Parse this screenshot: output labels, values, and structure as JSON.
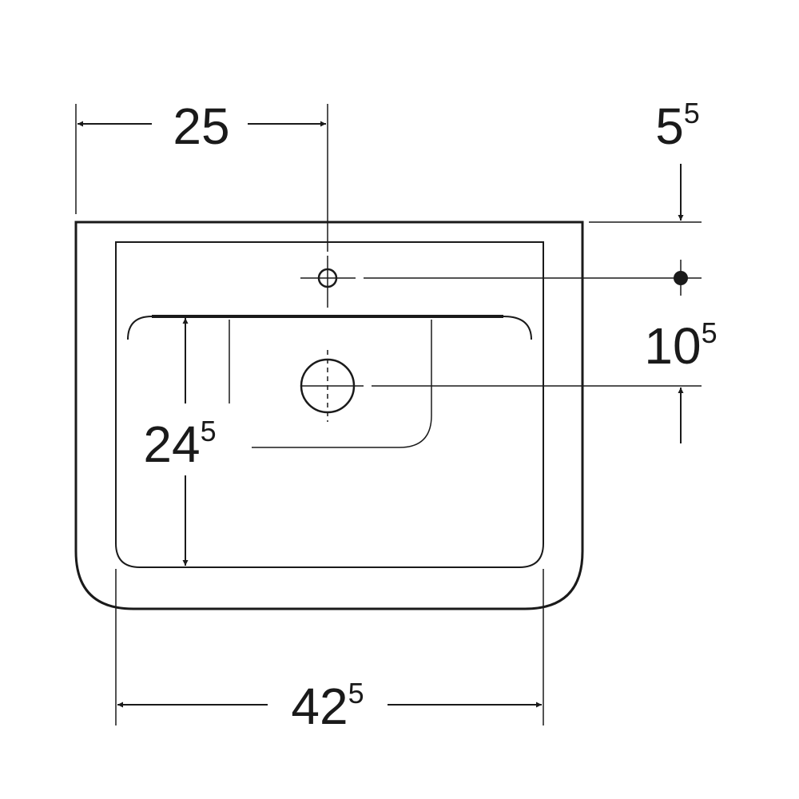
{
  "dimensions": {
    "tap_hole_offset": {
      "main": "25",
      "sup": ""
    },
    "rim_to_tap_hole": {
      "main": "5",
      "sup": "5"
    },
    "tap_hole_to_drain": {
      "main": "10",
      "sup": "5"
    },
    "bowl_depth": {
      "main": "24",
      "sup": "5"
    },
    "overall_width": {
      "main": "42",
      "sup": "5"
    }
  },
  "colors": {
    "line": "#1a1a1a",
    "background": "#ffffff"
  }
}
